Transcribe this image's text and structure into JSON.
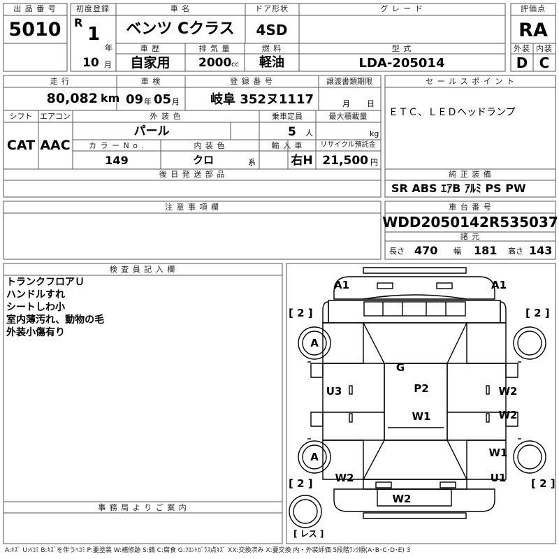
{
  "header": {
    "lot_label": "出 品 番 号",
    "lot_value": "5010",
    "first_reg_label": "初度登録",
    "era": "R",
    "reg_year": "1",
    "year_unit": "年",
    "reg_month": "10",
    "month_unit": "月",
    "name_label": "車 名",
    "name_value": "ベンツ Cクラス",
    "door_label": "ドア形状",
    "door_value": "4SD",
    "grade_label": "グ レ ー ド",
    "grade_value": "",
    "score_label": "評価点",
    "score_value": "RA",
    "history_label": "車 歴",
    "history_value": "自家用",
    "disp_label": "排 気 量",
    "disp_value": "2000",
    "disp_unit": "cc",
    "fuel_label": "燃 料",
    "fuel_value": "軽油",
    "model_label": "型 式",
    "model_value": "LDA-205014",
    "ext_label": "外装",
    "ext_value": "D",
    "int_label": "内装",
    "int_value": "C"
  },
  "row2": {
    "mileage_label": "走 行",
    "mileage_value": "80,082",
    "mileage_unit": "km",
    "inspect_label": "車 検",
    "inspect_year": "09",
    "inspect_year_unit": "年",
    "inspect_month": "05",
    "inspect_month_unit": "月",
    "plate_label": "登 録 番 号",
    "plate_value": "岐阜 352ヌ1117",
    "transfer_label": "譲渡書類期限",
    "transfer_month_unit": "月",
    "transfer_day_unit": "日",
    "shift_label": "シフト",
    "shift_value": "CAT",
    "ac_label": "エアコン",
    "ac_value": "AAC",
    "color_label": "外 装 色",
    "color_value": "パール",
    "capacity_label": "乗車定員",
    "capacity_value": "5",
    "capacity_unit": "人",
    "load_label": "最大積載量",
    "load_unit": "kg",
    "colorno_label": "カ ラ ー N o .",
    "colorno_value": "149",
    "intcolor_label": "内 装 色",
    "intcolor_value": "クロ",
    "intcolor_unit": "系",
    "import_label": "輸 入 車",
    "import_value": "右H",
    "recycle_label": "リサイクル預託金",
    "recycle_value": "21,500",
    "recycle_unit": "円"
  },
  "sales": {
    "label": "セ ー ル ス ポ イ ン ト",
    "text": "ＥＴＣ、ＬＥＤヘッドランプ"
  },
  "later": {
    "label": "後 日 発 送 部 品"
  },
  "equipment": {
    "label": "純 正 装 備",
    "text": "SR ABS ｴｱB ｱﾙﾐ PS PW"
  },
  "notes": {
    "label": "注 意 事 項 欄"
  },
  "chassis": {
    "label": "車 台 番 号",
    "value": "WDD2050142R535037",
    "dims_label": "諸 元",
    "length_label": "長さ",
    "length_value": "470",
    "width_label": "幅",
    "width_value": "181",
    "height_label": "高さ",
    "height_value": "143"
  },
  "inspector": {
    "label": "検 査 員 記 入 欄",
    "lines": [
      "トランクフロアＵ",
      "ハンドルすれ",
      "シートしわ小",
      "室内薄汚れ、動物の毛",
      "外装小傷有り"
    ]
  },
  "office": {
    "label": "事 務 局 よ り ご 案 内"
  },
  "diagram": {
    "marks": [
      {
        "id": "a1-left",
        "text": "A1"
      },
      {
        "id": "a1-right",
        "text": "A1"
      },
      {
        "id": "tire-fl",
        "text": "[ 2 ]"
      },
      {
        "id": "tire-fr",
        "text": "[ 2 ]"
      },
      {
        "id": "a-left-front",
        "text": "A"
      },
      {
        "id": "g-windshield",
        "text": "G"
      },
      {
        "id": "u3-left",
        "text": "U3"
      },
      {
        "id": "p2-roof",
        "text": "P2"
      },
      {
        "id": "w2-right-front-door",
        "text": "W2"
      },
      {
        "id": "w1-roof",
        "text": "W1"
      },
      {
        "id": "w2-right-rear-door",
        "text": "W2"
      },
      {
        "id": "a-left-rear",
        "text": "A"
      },
      {
        "id": "w1-right-rear",
        "text": "W1"
      },
      {
        "id": "w2-left-rear",
        "text": "W2"
      },
      {
        "id": "u1-right-rear",
        "text": "U1"
      },
      {
        "id": "tire-rl",
        "text": "[ 2 ]"
      },
      {
        "id": "tire-rr",
        "text": "[ 2 ]"
      },
      {
        "id": "w2-rear",
        "text": "W2"
      },
      {
        "id": "spare",
        "text": "[ レス ]"
      }
    ]
  },
  "legend": "A:ｷｽﾞ U:ﾍｺﾐ B:ｷｽﾞを伴うﾍｺﾐ P:要塗装 W:補修跡 S:錆 C:腐食 G:ﾌﾛﾝﾄｶﾞﾗｽ点ｷｽﾞ XX:交換済み X:要交換 内・外装評価 5段階ﾗﾝｸ順(A･B･C･D･E) 3"
}
